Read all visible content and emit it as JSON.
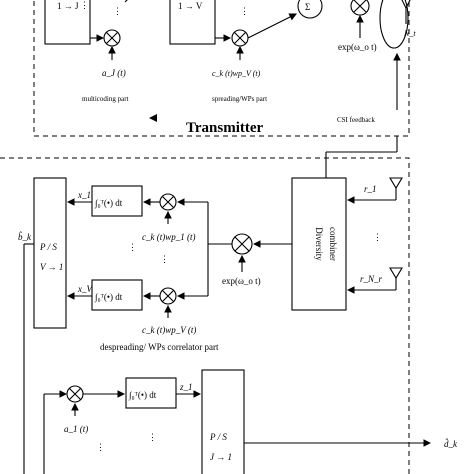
{
  "transmitter": {
    "title": "Transmitter",
    "block_1_to_J": "1 → J",
    "block_1_to_V": "1 → V",
    "aJ_label": "a_J (t)",
    "ck_wpV_label": "c_k (t)wp_V (t)",
    "exp_label": "exp(ω_o t)",
    "multicoding_label": "multicoding part",
    "spreading_label": "spreading/WPs part",
    "csi_label": "CSI feedback",
    "antenna_label": "N_t"
  },
  "receiver": {
    "ps_top": "P / S",
    "ps_bottom": "V → 1",
    "bk_label": "b̂_k",
    "x1_label": "x_1",
    "xV_label": "x_V",
    "integrator_1": "∫₀ᵀ(•) dt",
    "integrator_V": "∫₀ᵀ(•) dt",
    "ck_wp1_label": "c_k (t)wp_1 (t)",
    "ck_wpV_label": "c_k (t)wp_V (t)",
    "exp_label": "exp(ω_o t)",
    "diversity_combiner": "Diversity combiner",
    "r1_label": "r_1",
    "rNr_label": "r_N_r",
    "despreading_label": "despreading/ WPs correlator part",
    "a1_label": "a_1 (t)",
    "z1_label": "z_1",
    "integrator_z": "∫₀ᵀ(•) dt",
    "ps2_top": "P / S",
    "ps2_bottom": "J → 1",
    "dk_label": "d̂_k"
  }
}
